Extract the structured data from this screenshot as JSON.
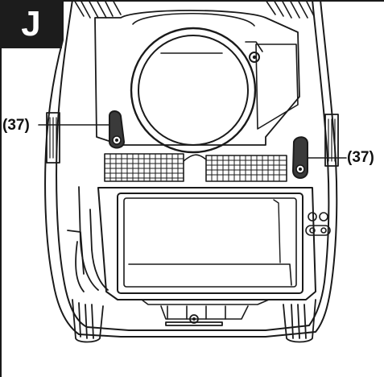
{
  "figure": {
    "label": "J"
  },
  "callouts": [
    {
      "id": "left",
      "text": "(37)"
    },
    {
      "id": "right",
      "text": "(37)"
    }
  ],
  "colors": {
    "ink": "#1a1a1a",
    "badge": "#1c1c1c",
    "lever": "#3a3a3a",
    "paper": "#ffffff"
  }
}
